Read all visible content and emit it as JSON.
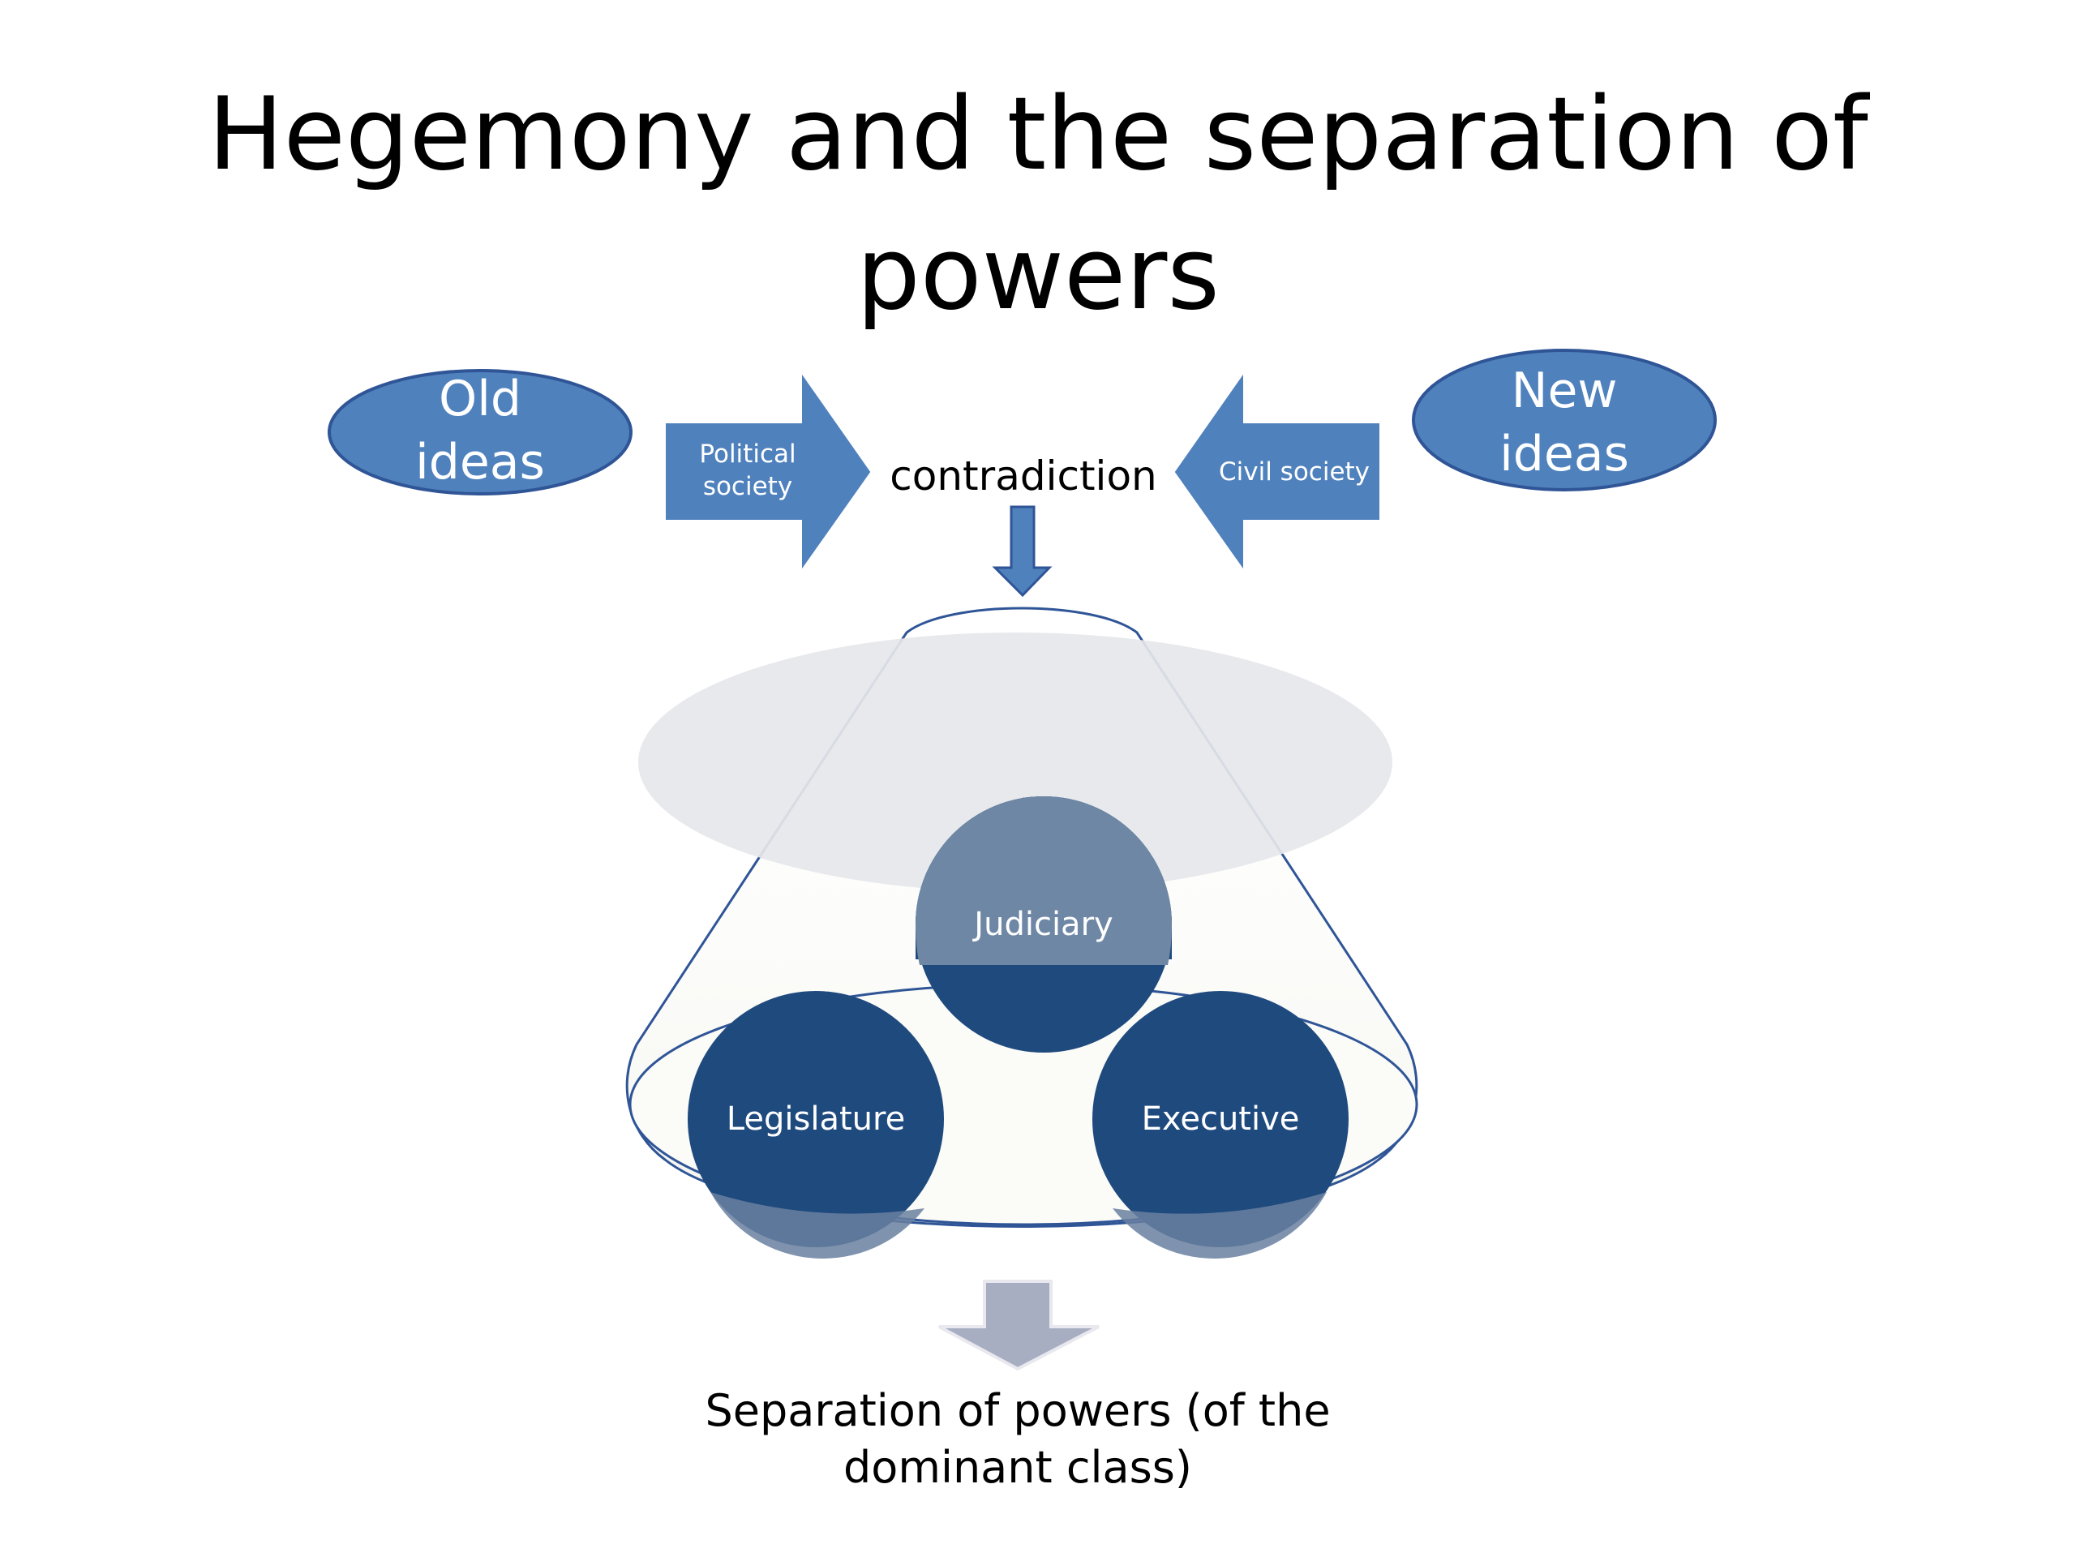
{
  "slide": {
    "title_line1": "Hegemony and the separation of",
    "title_line2": "powers"
  },
  "left_ellipse": {
    "line1": "Old",
    "line2": "ideas"
  },
  "right_ellipse": {
    "line1": "New",
    "line2": "ideas"
  },
  "left_arrow": {
    "line1": "Political",
    "line2": "society"
  },
  "right_arrow": {
    "label": "Civil society"
  },
  "center_label": "contradiction",
  "branches": {
    "top": "Judiciary",
    "left": "Legislature",
    "right": "Executive"
  },
  "result": {
    "line1": "Separation of powers (of the",
    "line2": "dominant class)"
  },
  "colors": {
    "blue_fill": "#4F81BD",
    "blue_dark": "#1F497D",
    "navy_circle": "#1F4A7E",
    "slate_circle": "#6E87A5",
    "grey_ellipse": "#E6E7EA",
    "result_arrow": "#A8AEC2",
    "cone_fill": "#F6F6F2"
  }
}
